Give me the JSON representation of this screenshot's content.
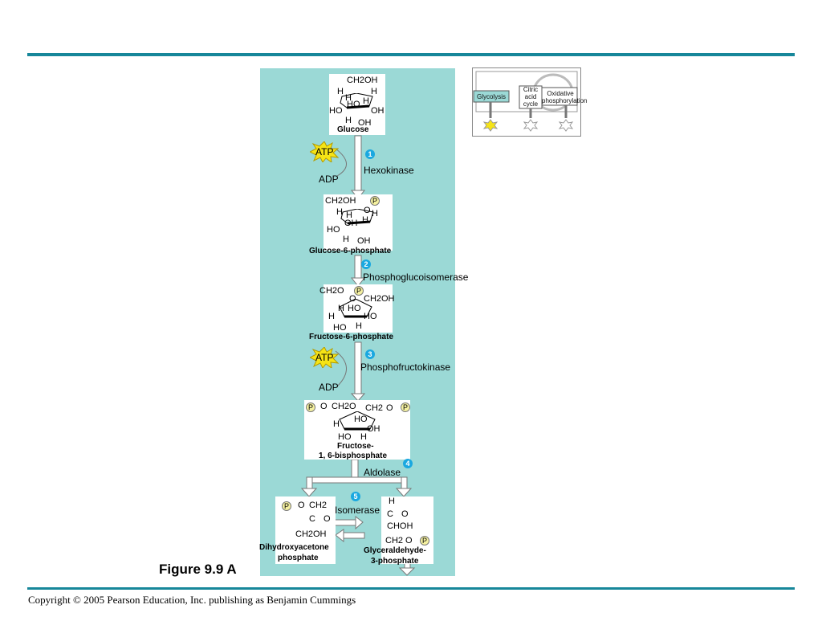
{
  "figure_label": "Figure 9.9 A",
  "copyright": "Copyright © 2005 Pearson Education, Inc. publishing as Benjamin Cummings",
  "overview": {
    "glycolysis": "Glycolysis",
    "citric_acid_cycle": "Citric acid cycle",
    "oxidative_phosphorylation": "Oxidative phosphorylation"
  },
  "molecules": {
    "glucose": {
      "name": "Glucose",
      "atoms": [
        "CH2OH",
        "H",
        "H",
        "H",
        "HO",
        "H",
        "HO",
        "OH",
        "H",
        "OH"
      ]
    },
    "glucose6p": {
      "name": "Glucose-6-phosphate",
      "atoms": [
        "CH2OH",
        "P",
        "H",
        "O",
        "H",
        "H",
        "OH",
        "H",
        "HO",
        "H",
        "OH"
      ]
    },
    "fructose6p": {
      "name": "Fructose-6-phosphate",
      "atoms": [
        "CH2O",
        "P",
        "O",
        "CH2OH",
        "H",
        "HO",
        "H",
        "HO",
        "HO",
        "H"
      ]
    },
    "fructose16bp": {
      "name_line1": "Fructose-",
      "name_line2": "1, 6-bisphosphate",
      "atoms": [
        "P",
        "O",
        "CH2O",
        "CH2",
        "O",
        "P",
        "HO",
        "H",
        "OH",
        "HO",
        "H"
      ]
    },
    "dhap": {
      "name_line1": "Dihydroxyacetone",
      "name_line2": "phosphate",
      "atoms": [
        "P",
        "O",
        "CH2",
        "C",
        "O",
        "CH2OH"
      ]
    },
    "g3p": {
      "name_line1": "Glyceraldehyde-",
      "name_line2": "3-phosphate",
      "atoms": [
        "H",
        "C",
        "O",
        "CHOH",
        "CH2",
        "O",
        "P"
      ]
    }
  },
  "steps": [
    {
      "number": "1",
      "enzyme": "Hexokinase"
    },
    {
      "number": "2",
      "enzyme": "Phosphoglucoisomerase"
    },
    {
      "number": "3",
      "enzyme": "Phosphofructokinase"
    },
    {
      "number": "4",
      "enzyme": "Aldolase"
    },
    {
      "number": "5",
      "enzyme": "Isomerase"
    }
  ],
  "cofactors": {
    "atp1": "ATP",
    "adp1": "ADP",
    "atp2": "ATP",
    "adp2": "ADP"
  }
}
